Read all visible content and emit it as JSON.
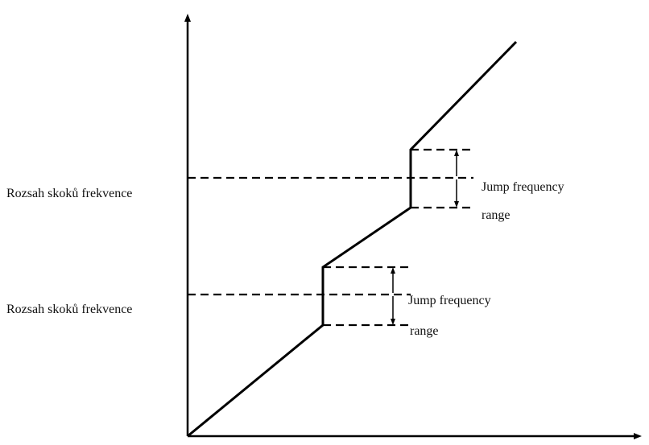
{
  "jumps": [
    {
      "left_label": "Rozsah skoků frekvence",
      "range_label_line1": "Jump frequency",
      "range_label_line2": "range"
    },
    {
      "left_label": "Rozsah skoků frekvence",
      "range_label_line1": "Jump frequency",
      "range_label_line2": "range"
    }
  ],
  "colors": {
    "lines": "#000000",
    "background": "#ffffff"
  }
}
